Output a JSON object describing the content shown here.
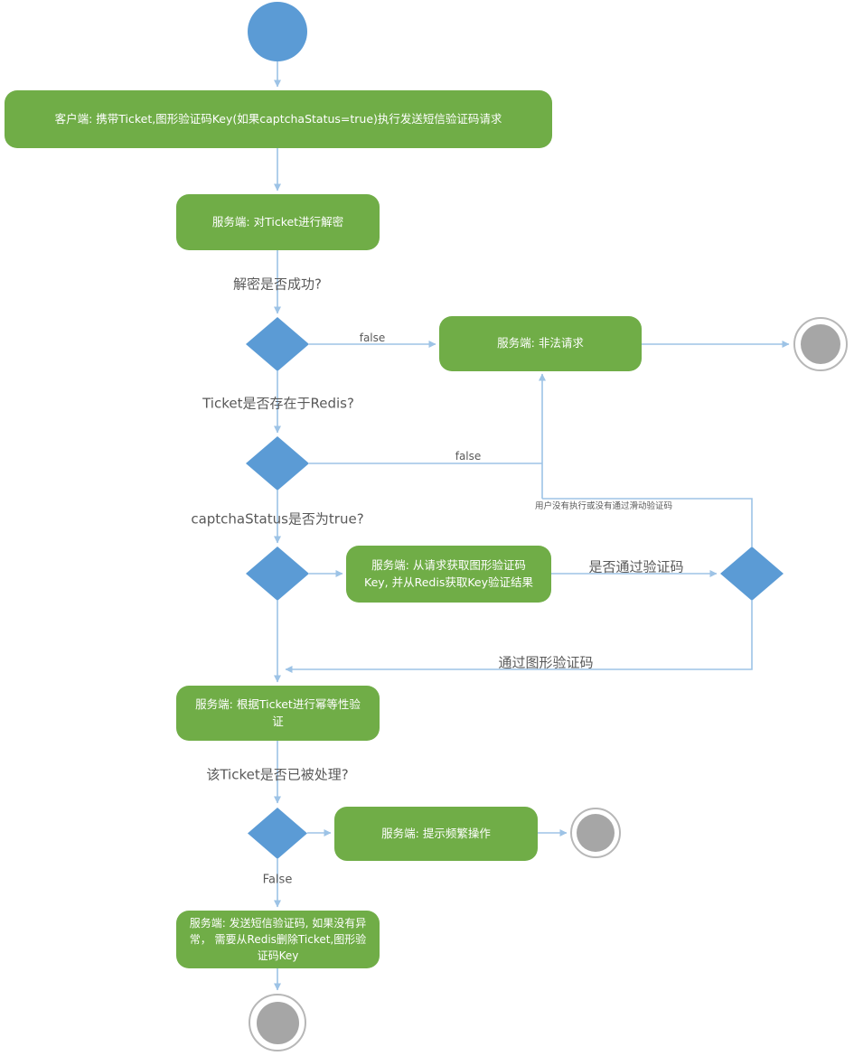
{
  "colors": {
    "activity_green": "#70AD47",
    "node_blue": "#5B9BD5",
    "end_gray": "#A6A6A6",
    "wire_blue": "#9DC3E6",
    "label_gray": "#595959"
  },
  "nodes": {
    "client_request": "客户端: 携带Ticket,图形验证码Key(如果captchaStatus=true)执行发送短信验证码请求",
    "decrypt": "服务端: 对Ticket进行解密",
    "illegal": "服务端: 非法请求",
    "get_captcha": "服务端: 从请求获取图形验证码Key, 并从Redis获取Key验证结果",
    "idempotent": "服务端: 根据Ticket进行幂等性验证",
    "frequent": "服务端: 提示频繁操作",
    "send_sms": "服务端: 发送短信验证码, 如果没有异常， 需要从Redis删除Ticket,图形验证码Key"
  },
  "labels": {
    "q_decrypt": "解密是否成功?",
    "false_1": "false",
    "q_redis": "Ticket是否存在于Redis?",
    "false_2": "false",
    "q_captcha_status": "captchaStatus是否为true?",
    "q_captcha_pass": "是否通过验证码",
    "no_captcha": "用户没有执行或没有通过滑动验证码",
    "pass_captcha": "通过图形验证码",
    "q_processed": "该Ticket是否已被处理?",
    "false_3": "False"
  }
}
